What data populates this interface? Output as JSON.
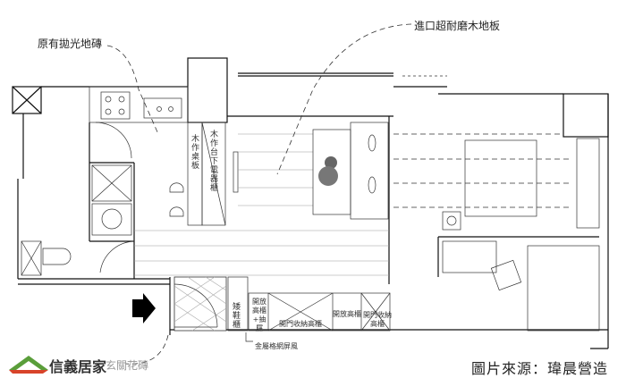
{
  "labels": {
    "original_floor": "原有拋光地磚",
    "wood_floor": "進口超耐磨木地板",
    "wood_desk": "木作桌板",
    "appliance_cabinet": "木作台下電器櫃",
    "shoe_cabinet": "矮鞋櫃",
    "open_tall_drawer": "開放高櫃+抽屜",
    "door_storage_1": "開門收納高櫃",
    "open_tall": "開放高櫃",
    "door_storage_2": "開門收納高櫃",
    "metal_screen": "金屬格網屏風",
    "entry_tile": "玄關花磚"
  },
  "logo": {
    "text": "信義居家"
  },
  "source": "圖片來源：瑋晨營造",
  "colors": {
    "logo_green": "#5a9e3a",
    "logo_red": "#d8442a",
    "line": "#111111"
  }
}
